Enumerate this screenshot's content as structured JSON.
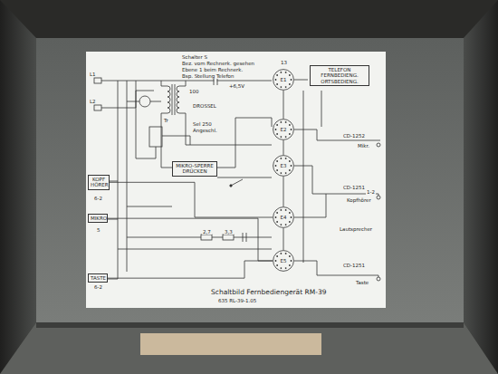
{
  "diagram": {
    "title": "Schaltbild Fernbediengerät RM-39",
    "nodes": [
      {
        "text": [
          "TELEFON",
          "FERNBEDIENG.",
          "ORTSBEDIENG."
        ]
      },
      {
        "text": [
          "E1"
        ]
      },
      {
        "text": [
          "E2"
        ]
      },
      {
        "text": [
          "E3"
        ]
      },
      {
        "text": [
          "E4"
        ]
      },
      {
        "text": [
          "E5"
        ]
      },
      {
        "text": [
          "MIKRO-SPERRE DRÜCKEN"
        ]
      },
      {
        "text": [
          "KOPF HÖRER"
        ]
      },
      {
        "text": [
          "MIKRO"
        ]
      },
      {
        "text": [
          "TASTE"
        ]
      }
    ],
    "edges": [
      {
        "from": 1,
        "to": 2,
        "arrow": "none"
      },
      {
        "from": 2,
        "to": 3,
        "arrow": "none"
      },
      {
        "from": 3,
        "to": 4,
        "arrow": "none"
      },
      {
        "from": 4,
        "to": 5,
        "arrow": "none"
      },
      {
        "from": 7,
        "to": 4,
        "arrow": "none"
      },
      {
        "from": 8,
        "to": 5,
        "arrow": "none"
      },
      {
        "from": 9,
        "to": 5,
        "arrow": "none"
      }
    ],
    "labels": [
      "Schalter S",
      "Bez. vom Rechnerk. gesehen",
      "Ebene 1 beim Rechnerk.",
      "Bsp. Stellung Telefon",
      "13",
      "L1",
      "L2",
      "Tr",
      "100",
      "+6,5V",
      "DROSSEL",
      "Sel 250",
      "Angeschl.",
      "CD-1252",
      "Mikr.",
      "CD-1251",
      "1-2",
      "Kopfhörer",
      "Lautsprecher",
      "CD-1251",
      "Taste",
      "6-2",
      "5",
      "6-2",
      "2,7",
      "3,3",
      "635 RL-39-1.05"
    ]
  }
}
